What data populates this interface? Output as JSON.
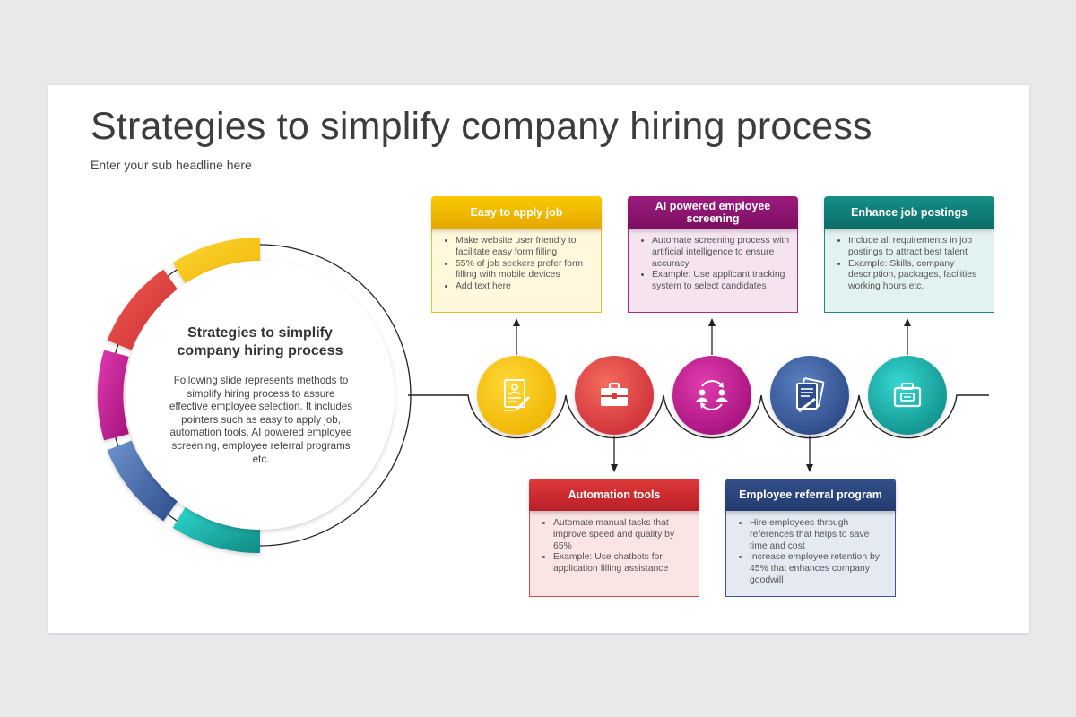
{
  "slide": {
    "title": "Strategies to simplify company hiring process",
    "subtitle": "Enter your sub headline here"
  },
  "center": {
    "title": "Strategies to simplify company hiring process",
    "description": "Following slide represents methods to simplify hiring process to assure effective employee selection. It includes pointers such as easy to apply job, automation tools, AI powered employee screening, employee referral programs etc."
  },
  "colors": {
    "yellow": "#f6c000",
    "red": "#d93a3a",
    "magenta": "#b0157f",
    "blue": "#2f4f8c",
    "teal": "#14807b"
  },
  "cards": [
    {
      "title": "Easy to apply job",
      "icon": "job-application-icon",
      "bullets": [
        "Make website user friendly to facilitate easy form filling",
        "55% of job seekers prefer form filling with mobile devices",
        "Add text here"
      ]
    },
    {
      "title": "Automation tools",
      "icon": "briefcase-icon",
      "bullets": [
        "Automate manual tasks that improve speed and quality by 65%",
        "Example: Use chatbots for application filling assistance"
      ]
    },
    {
      "title": "AI powered employee screening",
      "icon": "people-exchange-icon",
      "bullets": [
        "Automate screening process with artificial intelligence to ensure accuracy",
        "Example: Use applicant tracking system to select candidates"
      ]
    },
    {
      "title": "Employee referral program",
      "icon": "documents-pen-icon",
      "bullets": [
        "Hire employees through references that helps to save time and cost",
        "Increase employee retention by 45% that enhances company goodwill"
      ]
    },
    {
      "title": "Enhance job postings",
      "icon": "job-posting-icon",
      "bullets": [
        "Include all requirements in job postings to attract best talent",
        "Example: Skills, company description, packages, facilities working hours etc."
      ]
    }
  ]
}
